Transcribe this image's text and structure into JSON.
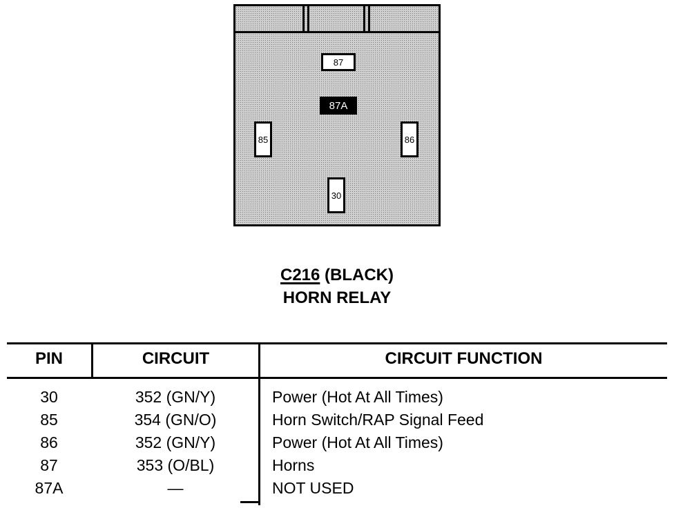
{
  "connector": {
    "cavities": [
      {
        "id": "87",
        "label": "87",
        "filled": false
      },
      {
        "id": "87A",
        "label": "87A",
        "filled": true
      },
      {
        "id": "85",
        "label": "85",
        "filled": false
      },
      {
        "id": "86",
        "label": "86",
        "filled": false
      },
      {
        "id": "30",
        "label": "30",
        "filled": false
      }
    ]
  },
  "caption": {
    "connector_id": "C216",
    "color": "(BLACK)",
    "component": "HORN RELAY"
  },
  "table": {
    "headers": {
      "pin": "PIN",
      "circuit": "CIRCUIT",
      "function": "CIRCUIT FUNCTION"
    },
    "rows": [
      {
        "pin": "30",
        "circuit": "352 (GN/Y)",
        "function": "Power (Hot At All Times)"
      },
      {
        "pin": "85",
        "circuit": "354 (GN/O)",
        "function": "Horn Switch/RAP Signal Feed"
      },
      {
        "pin": "86",
        "circuit": "352 (GN/Y)",
        "function": "Power (Hot At All Times)"
      },
      {
        "pin": "87",
        "circuit": "353 (O/BL)",
        "function": "Horns"
      },
      {
        "pin": "87A",
        "circuit": "—",
        "function": "NOT USED"
      }
    ]
  }
}
